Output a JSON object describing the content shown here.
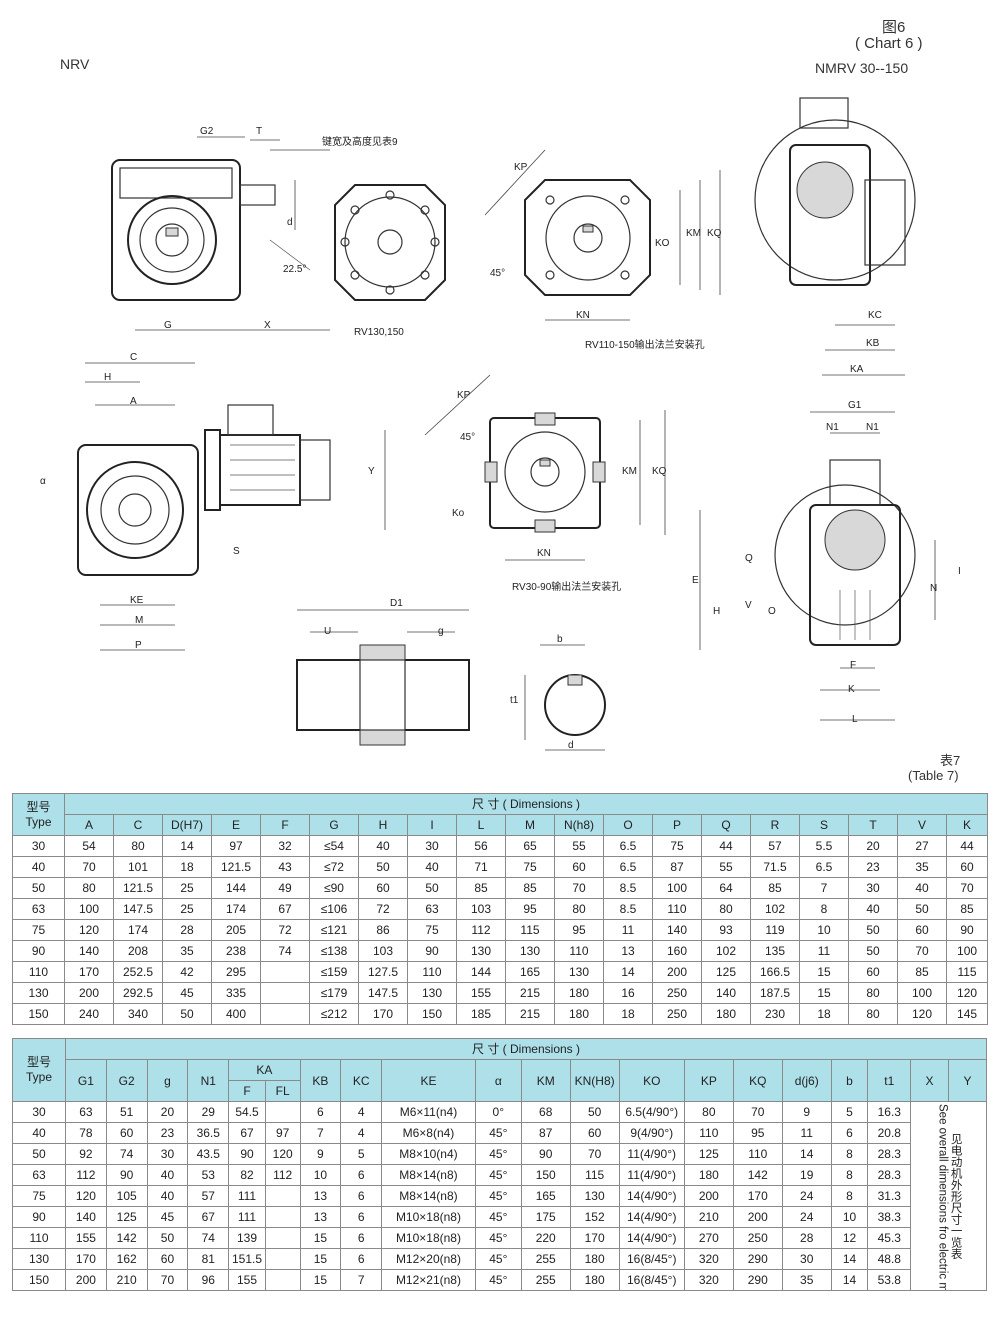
{
  "header": {
    "left_model": "NRV",
    "figure_cn": "图6",
    "figure_en": "( Chart 6 )",
    "right_model": "NMRV  30--150",
    "table_cn": "表7",
    "table_en": "(Table 7)"
  },
  "drawing_labels": {
    "g2": "G2",
    "t": "T",
    "key_note": "键宽及高度见表9",
    "d": "d",
    "angle_22": "22.5°",
    "rv130": "RV130,150",
    "kp1": "KP",
    "angle_45a": "45°",
    "ko1": "KO",
    "km1": "KM",
    "kq1": "KQ",
    "kn1": "KN",
    "rv110_note": "RV110-150输出法兰安装孔",
    "kc": "KC",
    "kb": "KB",
    "ka": "KA",
    "g": "G",
    "x": "X",
    "c": "C",
    "h": "H",
    "a": "A",
    "alpha": "α",
    "y": "Y",
    "s": "S",
    "ke": "KE",
    "m": "M",
    "p": "P",
    "kp2": "KP",
    "angle_45b": "45°",
    "ko2": "Ko",
    "km2": "KM",
    "kq2": "KQ",
    "kn2": "KN",
    "rv30_note": "RV30-90输出法兰安装孔",
    "g1": "G1",
    "n1a": "N1",
    "n1b": "N1",
    "e": "E",
    "q": "Q",
    "v": "V",
    "o": "O",
    "hh": "H",
    "n": "N",
    "i": "I",
    "f": "F",
    "k": "K",
    "l": "L",
    "d1": "D1",
    "u": "U",
    "gg": "g",
    "b": "b",
    "t1": "t1",
    "dd": "d"
  },
  "table1": {
    "type_label_cn": "型号",
    "type_label_en": "Type",
    "dims_title": "尺        寸 ( Dimensions )",
    "columns": [
      "A",
      "C",
      "D(H7)",
      "E",
      "F",
      "G",
      "H",
      "I",
      "L",
      "M",
      "N(h8)",
      "O",
      "P",
      "Q",
      "R",
      "S",
      "T",
      "V",
      "K"
    ],
    "rows": [
      [
        "30",
        "54",
        "80",
        "14",
        "97",
        "32",
        "≤54",
        "40",
        "30",
        "56",
        "65",
        "55",
        "6.5",
        "75",
        "44",
        "57",
        "5.5",
        "20",
        "27",
        "44"
      ],
      [
        "40",
        "70",
        "101",
        "18",
        "121.5",
        "43",
        "≤72",
        "50",
        "40",
        "71",
        "75",
        "60",
        "6.5",
        "87",
        "55",
        "71.5",
        "6.5",
        "23",
        "35",
        "60"
      ],
      [
        "50",
        "80",
        "121.5",
        "25",
        "144",
        "49",
        "≤90",
        "60",
        "50",
        "85",
        "85",
        "70",
        "8.5",
        "100",
        "64",
        "85",
        "7",
        "30",
        "40",
        "70"
      ],
      [
        "63",
        "100",
        "147.5",
        "25",
        "174",
        "67",
        "≤106",
        "72",
        "63",
        "103",
        "95",
        "80",
        "8.5",
        "110",
        "80",
        "102",
        "8",
        "40",
        "50",
        "85"
      ],
      [
        "75",
        "120",
        "174",
        "28",
        "205",
        "72",
        "≤121",
        "86",
        "75",
        "112",
        "115",
        "95",
        "11",
        "140",
        "93",
        "119",
        "10",
        "50",
        "60",
        "90"
      ],
      [
        "90",
        "140",
        "208",
        "35",
        "238",
        "74",
        "≤138",
        "103",
        "90",
        "130",
        "130",
        "110",
        "13",
        "160",
        "102",
        "135",
        "11",
        "50",
        "70",
        "100"
      ],
      [
        "110",
        "170",
        "252.5",
        "42",
        "295",
        "",
        "≤159",
        "127.5",
        "110",
        "144",
        "165",
        "130",
        "14",
        "200",
        "125",
        "166.5",
        "15",
        "60",
        "85",
        "115"
      ],
      [
        "130",
        "200",
        "292.5",
        "45",
        "335",
        "",
        "≤179",
        "147.5",
        "130",
        "155",
        "215",
        "180",
        "16",
        "250",
        "140",
        "187.5",
        "15",
        "80",
        "100",
        "120"
      ],
      [
        "150",
        "240",
        "340",
        "50",
        "400",
        "",
        "≤212",
        "170",
        "150",
        "185",
        "215",
        "180",
        "18",
        "250",
        "180",
        "230",
        "18",
        "80",
        "120",
        "145"
      ]
    ]
  },
  "table2": {
    "type_label_cn": "型号",
    "type_label_en": "Type",
    "dims_title": "尺        寸 ( Dimensions )",
    "columns_top": [
      "G1",
      "G2",
      "g",
      "N1",
      "KA",
      "KB",
      "KC",
      "KE",
      "α",
      "KM",
      "KN(H8)",
      "KO",
      "KP",
      "KQ",
      "d(j6)",
      "b",
      "t1",
      "X",
      "Y"
    ],
    "ka_sub": [
      "F",
      "FL"
    ],
    "side_note_cn": "见电动机外形尺寸一览表",
    "side_note_en": "See overall dimensions fro electric motor",
    "rows": [
      [
        "30",
        "63",
        "51",
        "20",
        "29",
        "54.5",
        "",
        "6",
        "4",
        "M6×11(n4)",
        "0°",
        "68",
        "50",
        "6.5(4/90°)",
        "80",
        "70",
        "9",
        "5",
        "16.3"
      ],
      [
        "40",
        "78",
        "60",
        "23",
        "36.5",
        "67",
        "97",
        "7",
        "4",
        "M6×8(n4)",
        "45°",
        "87",
        "60",
        "9(4/90°)",
        "110",
        "95",
        "11",
        "6",
        "20.8"
      ],
      [
        "50",
        "92",
        "74",
        "30",
        "43.5",
        "90",
        "120",
        "9",
        "5",
        "M8×10(n4)",
        "45°",
        "90",
        "70",
        "11(4/90°)",
        "125",
        "110",
        "14",
        "8",
        "28.3"
      ],
      [
        "63",
        "112",
        "90",
        "40",
        "53",
        "82",
        "112",
        "10",
        "6",
        "M8×14(n8)",
        "45°",
        "150",
        "115",
        "11(4/90°)",
        "180",
        "142",
        "19",
        "8",
        "28.3"
      ],
      [
        "75",
        "120",
        "105",
        "40",
        "57",
        "111",
        "",
        "13",
        "6",
        "M8×14(n8)",
        "45°",
        "165",
        "130",
        "14(4/90°)",
        "200",
        "170",
        "24",
        "8",
        "31.3"
      ],
      [
        "90",
        "140",
        "125",
        "45",
        "67",
        "111",
        "",
        "13",
        "6",
        "M10×18(n8)",
        "45°",
        "175",
        "152",
        "14(4/90°)",
        "210",
        "200",
        "24",
        "10",
        "38.3"
      ],
      [
        "110",
        "155",
        "142",
        "50",
        "74",
        "139",
        "",
        "15",
        "6",
        "M10×18(n8)",
        "45°",
        "220",
        "170",
        "14(4/90°)",
        "270",
        "250",
        "28",
        "12",
        "45.3"
      ],
      [
        "130",
        "170",
        "162",
        "60",
        "81",
        "151.5",
        "",
        "15",
        "6",
        "M12×20(n8)",
        "45°",
        "255",
        "180",
        "16(8/45°)",
        "320",
        "290",
        "30",
        "14",
        "48.8"
      ],
      [
        "150",
        "200",
        "210",
        "70",
        "96",
        "155",
        "",
        "15",
        "7",
        "M12×21(n8)",
        "45°",
        "255",
        "180",
        "16(8/45°)",
        "320",
        "290",
        "35",
        "14",
        "53.8"
      ]
    ]
  }
}
